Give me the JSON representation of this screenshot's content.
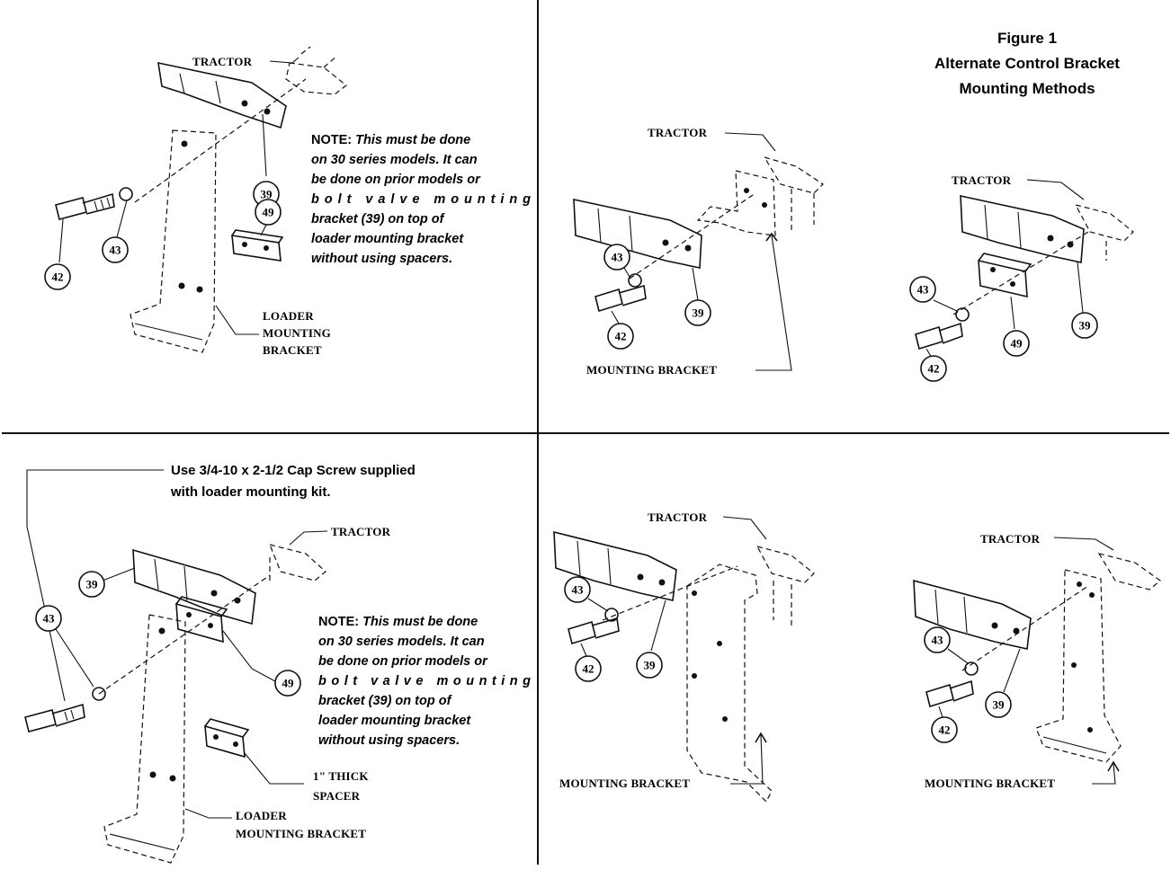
{
  "figure": {
    "title_line1": "Figure 1",
    "title_line2": "Alternate Control Bracket",
    "title_line3": "Mounting Methods"
  },
  "labels": {
    "tractor": "TRACTOR",
    "loader_line1": "LOADER",
    "loader_line2": "MOUNTING",
    "loader_line3": "BRACKET",
    "loader_bracket_line2": "MOUNTING BRACKET",
    "mounting_bracket": "MOUNTING BRACKET",
    "spacer_line1": "1\" THICK",
    "spacer_line2": "SPACER"
  },
  "note": {
    "prefix": "NOTE:",
    "line1": "This must be done",
    "line2": "on 30 series models. It can",
    "line3": "be done on prior models or",
    "line4": "bolt valve mounting",
    "line5": "bracket (39) on top of",
    "line6": "loader mounting bracket",
    "line7": "without using spacers."
  },
  "cap_screw_note": {
    "line1": "Use 3/4-10 x 2-1/2 Cap Screw supplied",
    "line2": "with loader mounting kit."
  },
  "part_numbers": {
    "p39": "39",
    "p42": "42",
    "p43": "43",
    "p49": "49"
  }
}
